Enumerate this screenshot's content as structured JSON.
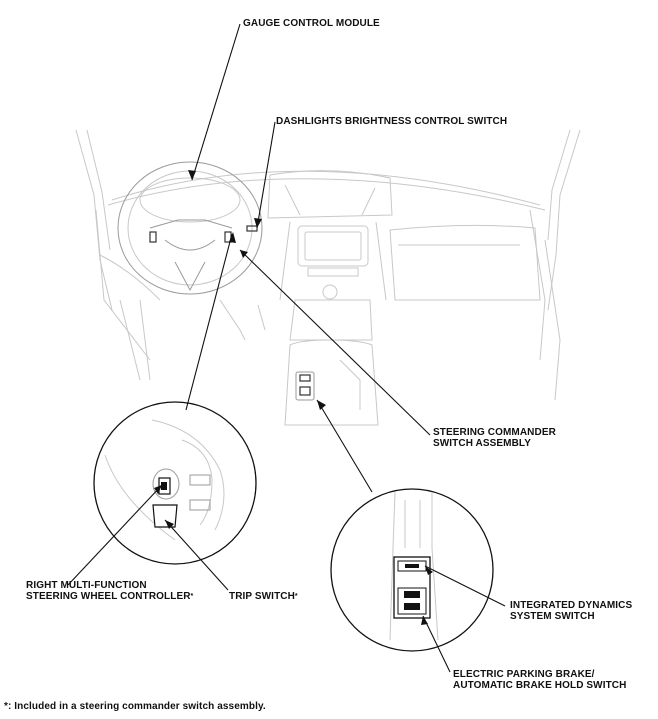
{
  "labels": {
    "gauge_control_module": "GAUGE CONTROL MODULE",
    "dashlights_switch": "DASHLIGHTS BRIGHTNESS CONTROL SWITCH",
    "steering_commander_1": "STEERING COMMANDER",
    "steering_commander_2": "SWITCH ASSEMBLY",
    "right_mf_1": "RIGHT MULTI-FUNCTION",
    "right_mf_2": "STEERING WHEEL CONTROLLER",
    "trip_switch": "TRIP SWITCH",
    "ids_1": "INTEGRATED DYNAMICS",
    "ids_2": "SYSTEM SWITCH",
    "epb_1": "ELECTRIC PARKING BRAKE/",
    "epb_2": "AUTOMATIC BRAKE HOLD SWITCH",
    "footnote": "*: Included in a steering commander switch assembly.",
    "asterisk": "*"
  }
}
